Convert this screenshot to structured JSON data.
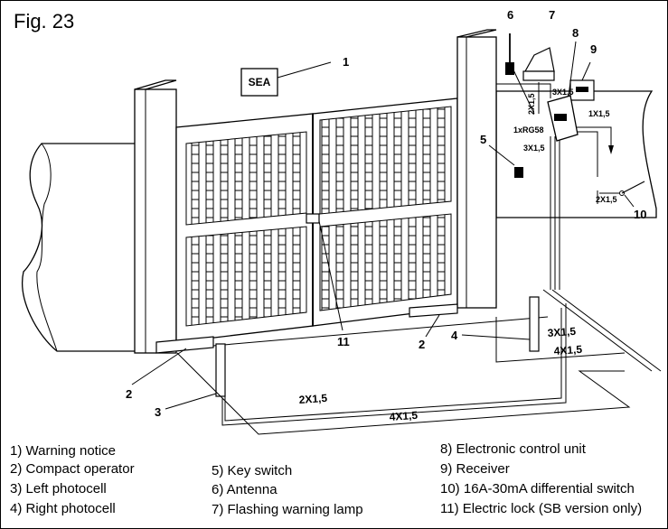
{
  "figure": {
    "title": "Fig. 23"
  },
  "logo_text": "SEA",
  "callouts": [
    "1",
    "2",
    "2",
    "3",
    "4",
    "5",
    "6",
    "7",
    "8",
    "9",
    "10",
    "11"
  ],
  "cables": {
    "ground_left_inner": "2X1,5",
    "ground_left_outer": "4X1,5",
    "ground_right_inner": "3X1,5",
    "ground_right_outer": "4X1,5",
    "antenna": "1xRG58",
    "lamp": "2X1,5",
    "receiver": "3X1,5",
    "keyswitch": "3X1,5",
    "mains_in": "1X1,5",
    "switch_out": "2X1,5"
  },
  "legend": [
    "1) Warning notice",
    "2) Compact operator",
    "3) Left photocell",
    "4) Right photocell",
    "5) Key switch",
    "6) Antenna",
    "7) Flashing warning lamp",
    "8) Electronic control unit",
    "9) Receiver",
    "10) 16A-30mA differential switch",
    "11) Electric lock (SB version only)"
  ]
}
